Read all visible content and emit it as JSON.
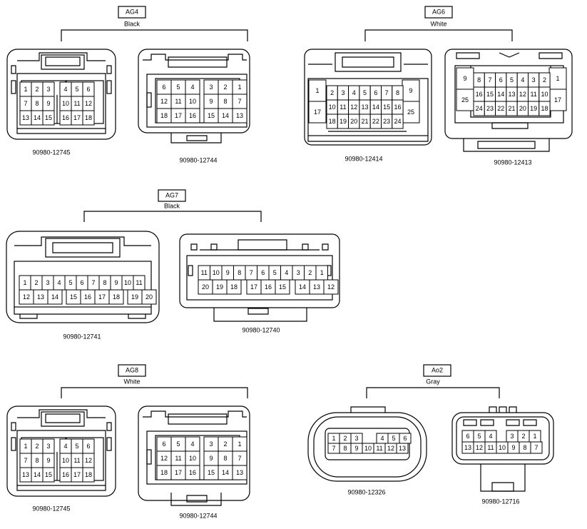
{
  "groups": [
    {
      "id": "ag4",
      "tag": "AG4",
      "color": "Black",
      "parts": [
        "90980-12745",
        "90980-12744"
      ]
    },
    {
      "id": "ag6",
      "tag": "AG6",
      "color": "White",
      "parts": [
        "90980-12414",
        "90980-12413"
      ]
    },
    {
      "id": "ag7",
      "tag": "AG7",
      "color": "Black",
      "parts": [
        "90980-12741",
        "90980-12740"
      ]
    },
    {
      "id": "ag8",
      "tag": "AG8",
      "color": "White",
      "parts": [
        "90980-12745",
        "90980-12744"
      ]
    },
    {
      "id": "ao2",
      "tag": "Ao2",
      "color": "Gray",
      "parts": [
        "90980-12326",
        "90980-12716"
      ]
    }
  ],
  "connectors": {
    "c12745": {
      "rows": [
        [
          "1",
          "2",
          "3",
          "4",
          "5",
          "6"
        ],
        [
          "7",
          "8",
          "9",
          "10",
          "11",
          "12"
        ],
        [
          "13",
          "14",
          "15",
          "16",
          "17",
          "18"
        ]
      ]
    },
    "c12744": {
      "rows": [
        [
          "6",
          "5",
          "4",
          "3",
          "2",
          "1"
        ],
        [
          "12",
          "11",
          "10",
          "9",
          "8",
          "7"
        ],
        [
          "18",
          "17",
          "16",
          "15",
          "14",
          "13"
        ]
      ]
    },
    "c12414": {
      "left": [
        "1",
        "17"
      ],
      "right": [
        "9",
        "25"
      ],
      "rows": [
        [
          "2",
          "3",
          "4",
          "5",
          "6",
          "7",
          "8"
        ],
        [
          "10",
          "11",
          "12",
          "13",
          "14",
          "15",
          "16"
        ],
        [
          "18",
          "19",
          "20",
          "21",
          "22",
          "23",
          "24"
        ]
      ]
    },
    "c12413": {
      "left": [
        "9",
        "25"
      ],
      "right": [
        "1",
        "17"
      ],
      "rows": [
        [
          "8",
          "7",
          "6",
          "5",
          "4",
          "3",
          "2"
        ],
        [
          "16",
          "15",
          "14",
          "13",
          "12",
          "11",
          "10"
        ],
        [
          "24",
          "23",
          "22",
          "21",
          "20",
          "19",
          "18"
        ]
      ]
    },
    "c12741": {
      "rows": [
        [
          "1",
          "2",
          "3",
          "4",
          "5",
          "6",
          "7",
          "8",
          "9",
          "10",
          "11"
        ],
        [
          "12",
          "13",
          "14",
          "15",
          "16",
          "17",
          "18",
          "19",
          "20"
        ]
      ]
    },
    "c12740": {
      "rows": [
        [
          "11",
          "10",
          "9",
          "8",
          "7",
          "6",
          "5",
          "4",
          "3",
          "2",
          "1"
        ],
        [
          "20",
          "19",
          "18",
          "17",
          "16",
          "15",
          "14",
          "13",
          "12"
        ]
      ]
    },
    "c12326": {
      "rows": [
        [
          "1",
          "2",
          "3",
          "4",
          "5",
          "6"
        ],
        [
          "7",
          "8",
          "9",
          "10",
          "11",
          "12",
          "13"
        ]
      ]
    },
    "c12716": {
      "rows": [
        [
          "6",
          "5",
          "4",
          "3",
          "2",
          "1"
        ],
        [
          "13",
          "12",
          "11",
          "10",
          "9",
          "8",
          "7"
        ]
      ]
    }
  }
}
